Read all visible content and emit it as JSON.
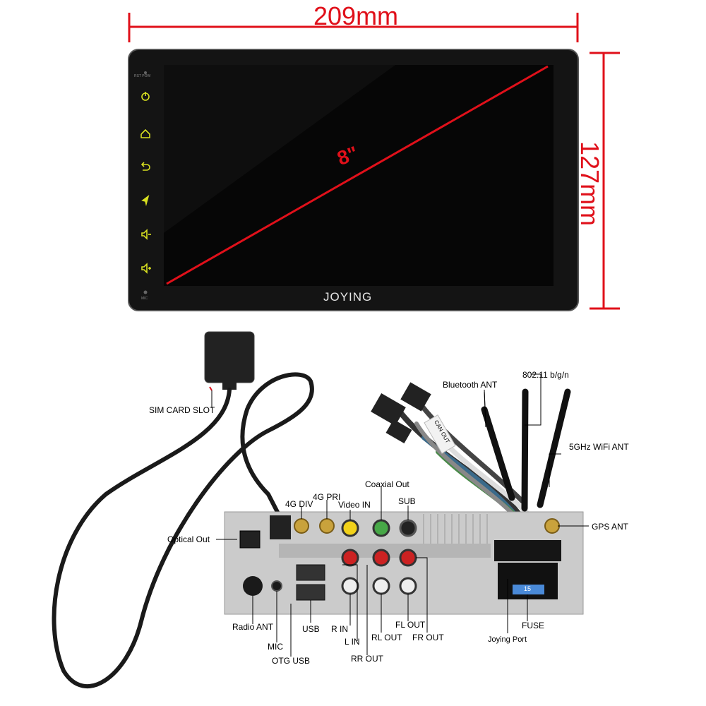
{
  "dimensions": {
    "width": "209mm",
    "height": "127mm",
    "diagonal": "8\""
  },
  "brand": "JOYING",
  "panel": {
    "top_label": "RST POW",
    "bottom_label": "MIC"
  },
  "labels": {
    "sim_card_slot": "SIM CARD SLOT",
    "bluetooth_ant": "Bluetooth ANT",
    "wifi_80211": "802.11 b/g/n",
    "wifi_5ghz": "5GHz WiFi ANT",
    "coaxial_out": "Coaxial Out",
    "four_g_div": "4G DIV",
    "four_g_pri": "4G PRI",
    "video_in": "Video IN",
    "sub": "SUB",
    "gps_ant": "GPS ANT",
    "optical_out": "Optical Out",
    "radio_ant": "Radio ANT",
    "mic": "MIC",
    "otg_usb": "OTG USB",
    "usb": "USB",
    "r_in": "R IN",
    "l_in": "L IN",
    "rr_out": "RR OUT",
    "rl_out": "RL OUT",
    "fl_out": "FL OUT",
    "fr_out": "FR OUT",
    "joying_port": "Joying Port",
    "fuse": "FUSE",
    "can_out": "CAN OUT",
    "fuse_value": "15"
  },
  "colors": {
    "accent": "#e0101a",
    "screen": "#0a0a0a",
    "bezel": "#1a1a1a",
    "button": "#d8e020",
    "chassis": "#c9c9c9"
  }
}
